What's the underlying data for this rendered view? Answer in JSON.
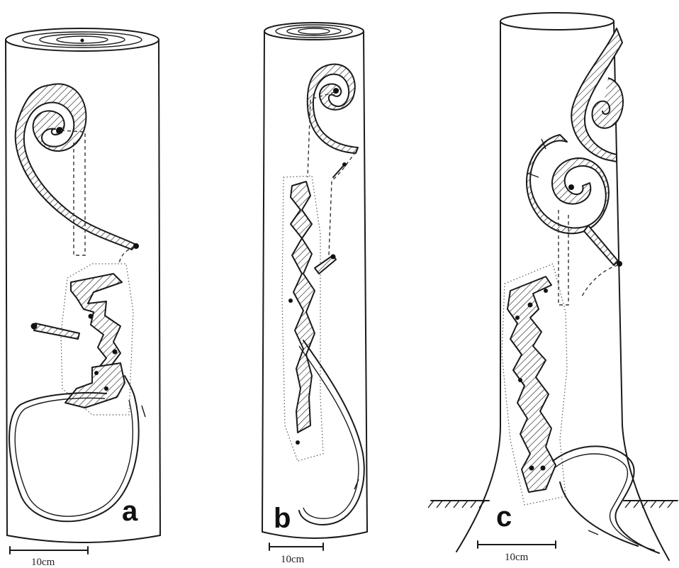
{
  "panels": [
    {
      "id": "a",
      "letter": "a",
      "scale_label": "10cm"
    },
    {
      "id": "b",
      "letter": "b",
      "scale_label": "10cm"
    },
    {
      "id": "c",
      "letter": "c",
      "scale_label": "10cm"
    }
  ]
}
